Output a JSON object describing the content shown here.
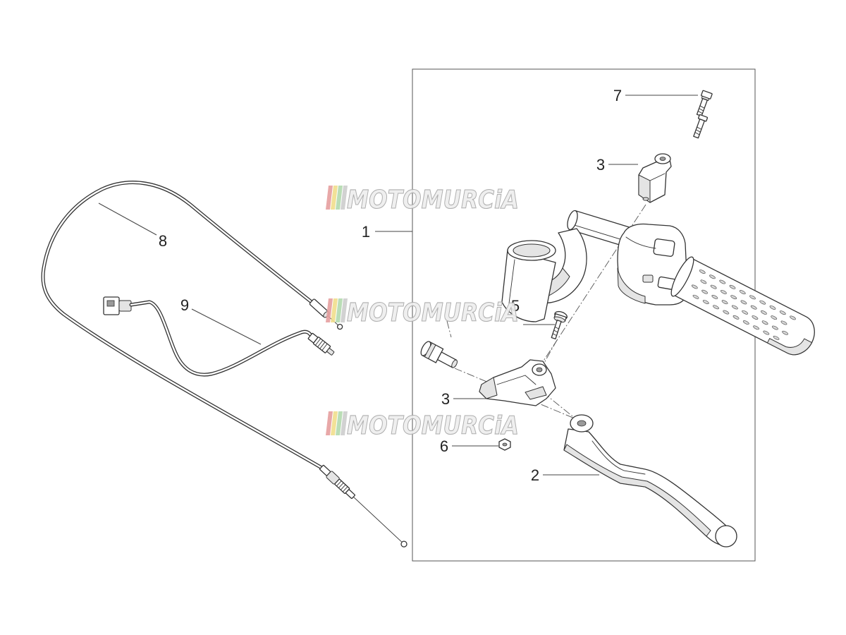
{
  "labels": {
    "l1": "1",
    "l2": "2",
    "l3a": "3",
    "l3b": "3",
    "l5": "5",
    "l6": "6",
    "l7": "7",
    "l8": "8",
    "l9": "9"
  },
  "watermark": {
    "text": "MOTOMURCiA"
  }
}
